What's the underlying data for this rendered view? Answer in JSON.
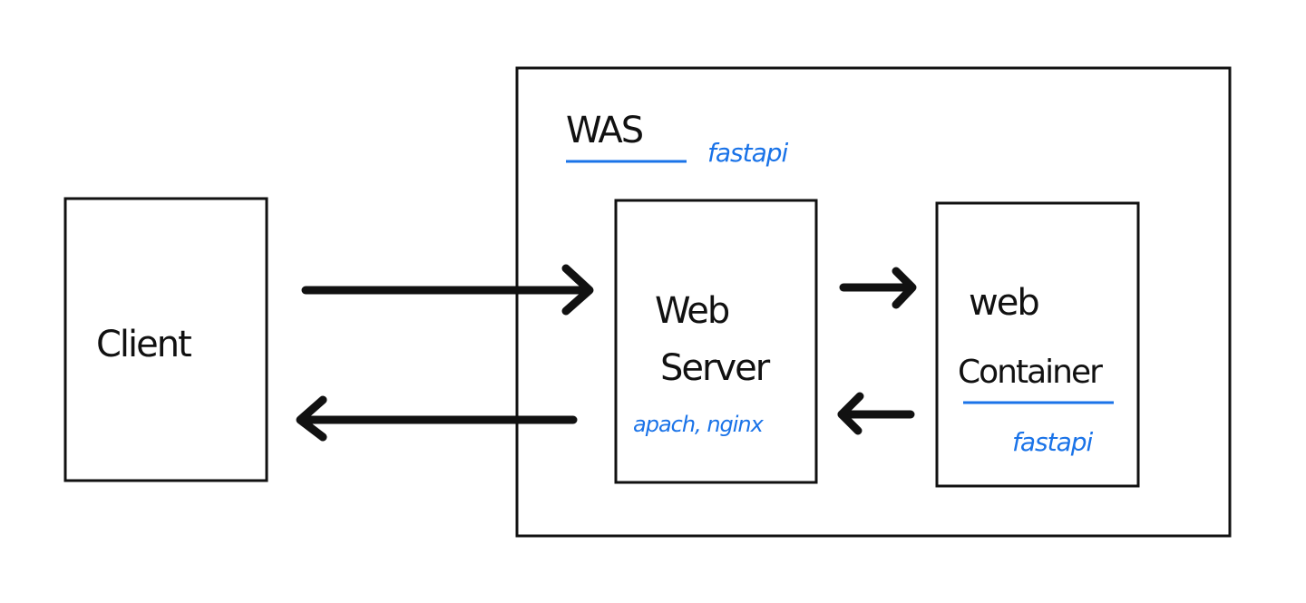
{
  "was": {
    "title": "WAS",
    "framework": "fastapi"
  },
  "client": {
    "label": "Client"
  },
  "web_server": {
    "line1": "Web",
    "line2": "Server",
    "examples": "apach, nginx"
  },
  "web_container": {
    "line1": "web",
    "line2": "Container",
    "framework": "fastapi"
  },
  "colors": {
    "ink": "#111111",
    "accent": "#1a73e8"
  }
}
